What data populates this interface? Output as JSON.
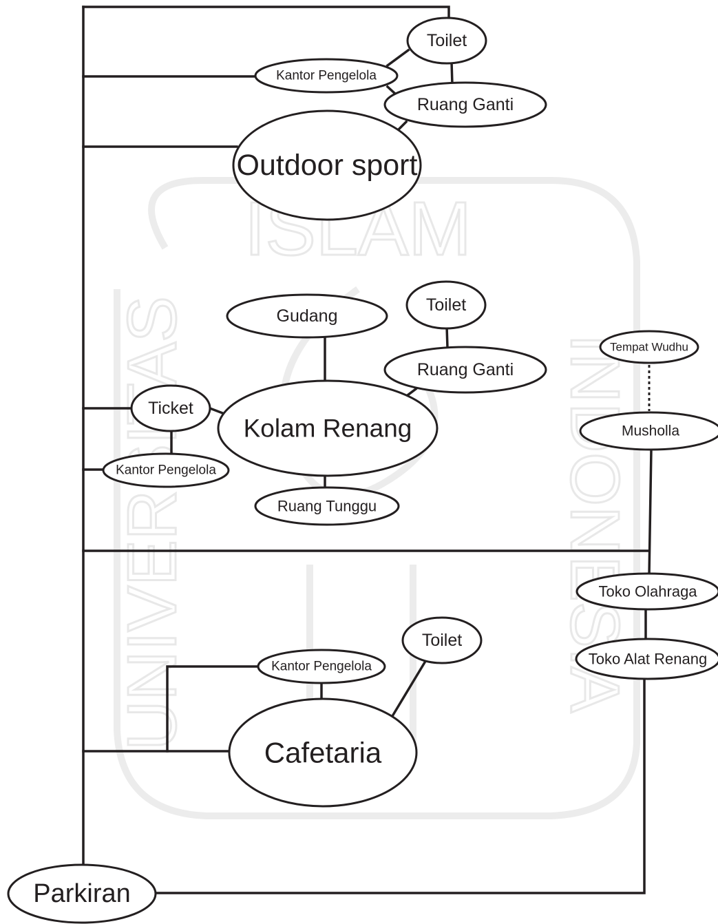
{
  "watermark": {
    "top_text": "ISLAM",
    "left_text": "UNIVERSITAS",
    "right_text": "INDONESIA"
  },
  "nodes": {
    "outdoor_sport": "Outdoor sport",
    "toilet_outdoor": "Toilet",
    "kantor_pengelola_outdoor": "Kantor Pengelola",
    "ruang_ganti_outdoor": "Ruang Ganti",
    "kolam_renang": "Kolam Renang",
    "gudang": "Gudang",
    "toilet_kolam": "Toilet",
    "ruang_ganti_kolam": "Ruang Ganti",
    "ticket": "Ticket",
    "kantor_pengelola_kolam": "Kantor Pengelola",
    "ruang_tunggu": "Ruang Tunggu",
    "tempat_wudhu": "Tempat Wudhu",
    "musholla": "Musholla",
    "toko_olahraga": "Toko Olahraga",
    "toko_alat_renang": "Toko Alat Renang",
    "cafetaria": "Cafetaria",
    "kantor_pengelola_cafe": "Kantor Pengelola",
    "toilet_cafe": "Toilet",
    "parkiran": "Parkiran"
  }
}
